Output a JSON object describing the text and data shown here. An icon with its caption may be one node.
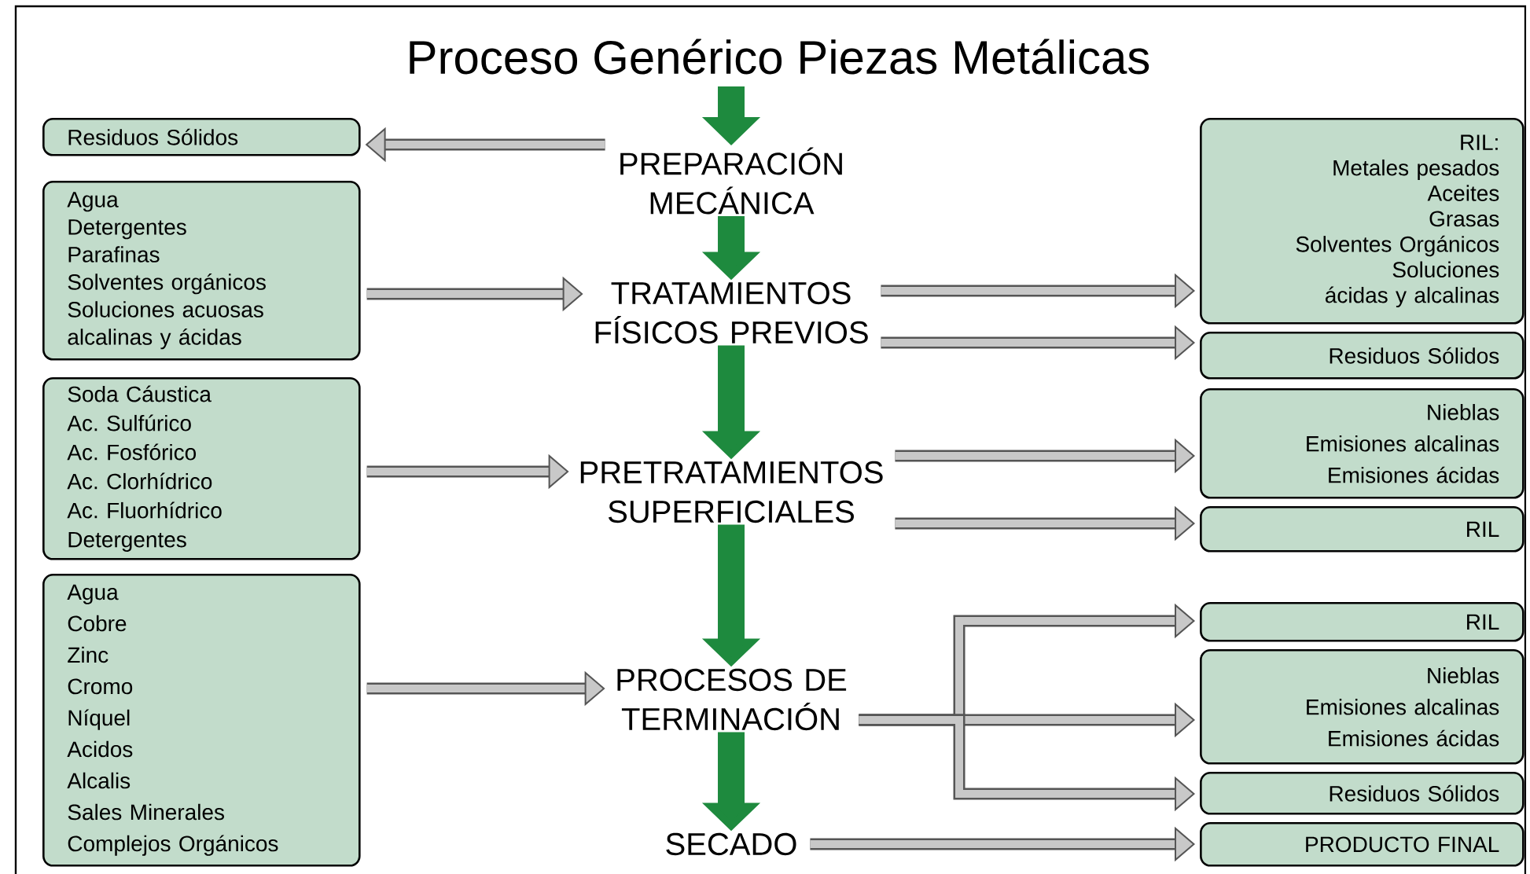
{
  "diagram": {
    "title": "Proceso Genérico Piezas Metálicas",
    "nodes": [
      {
        "text": [
          "Residuos Sólidos"
        ]
      },
      {
        "text": [
          "PREPARACIÓN MECÁNICA"
        ]
      },
      {
        "text": [
          "RIL:",
          "Metales pesados",
          "Aceites",
          "Grasas",
          "Solventes Orgánicos",
          "Soluciones ácidas y alcalinas"
        ]
      },
      {
        "text": [
          "Agua",
          "Detergentes",
          "Parafinas",
          "Solventes orgánicos",
          "Soluciones acuosas alcalinas y ácidas"
        ]
      },
      {
        "text": [
          "TRATAMIENTOS FÍSICOS PREVIOS"
        ]
      },
      {
        "text": [
          "Residuos Sólidos"
        ]
      },
      {
        "text": [
          "Soda Cáustica",
          "Ac. Sulfúrico",
          "Ac. Fosfórico",
          "Ac. Clorhídrico",
          "Ac. Fluorhídrico",
          "Detergentes"
        ]
      },
      {
        "text": [
          "Nieblas",
          "Emisiones alcalinas",
          "Emisiones ácidas"
        ]
      },
      {
        "text": [
          "PRETRATAMIENTOS SUPERFICIALES"
        ]
      },
      {
        "text": [
          "RIL"
        ]
      },
      {
        "text": [
          "Agua",
          "Cobre",
          "Zinc",
          "Cromo",
          "Níquel",
          "Acidos",
          "Alcalis",
          "Sales Minerales",
          "Complejos Orgánicos"
        ]
      },
      {
        "text": [
          "RIL"
        ]
      },
      {
        "text": [
          "PROCESOS DE TERMINACIÓN"
        ]
      },
      {
        "text": [
          "Nieblas",
          "Emisiones alcalinas",
          "Emisiones ácidas"
        ]
      },
      {
        "text": [
          "Residuos Sólidos"
        ]
      },
      {
        "text": [
          "SECADO"
        ]
      },
      {
        "text": [
          "PRODUCTO FINAL"
        ]
      }
    ],
    "edges": [
      {
        "from": null,
        "to": 1,
        "arrow": "to",
        "style": "thick",
        "color": "#1e8a3e"
      },
      {
        "from": 1,
        "to": 0,
        "arrow": "to"
      },
      {
        "from": 1,
        "to": 4,
        "arrow": "to",
        "style": "thick",
        "color": "#1e8a3e"
      },
      {
        "from": 3,
        "to": 4,
        "arrow": "to"
      },
      {
        "from": 4,
        "to": 2,
        "arrow": "to"
      },
      {
        "from": 4,
        "to": 5,
        "arrow": "to"
      },
      {
        "from": 4,
        "to": 8,
        "arrow": "to",
        "style": "thick",
        "color": "#1e8a3e"
      },
      {
        "from": 6,
        "to": 8,
        "arrow": "to"
      },
      {
        "from": 8,
        "to": 7,
        "arrow": "to"
      },
      {
        "from": 8,
        "to": 9,
        "arrow": "to"
      },
      {
        "from": 8,
        "to": 12,
        "arrow": "to",
        "style": "thick",
        "color": "#1e8a3e"
      },
      {
        "from": 10,
        "to": 12,
        "arrow": "to"
      },
      {
        "from": 12,
        "to": 11,
        "arrow": "to"
      },
      {
        "from": 12,
        "to": 13,
        "arrow": "to"
      },
      {
        "from": 12,
        "to": 14,
        "arrow": "to"
      },
      {
        "from": 12,
        "to": 15,
        "arrow": "to",
        "style": "thick",
        "color": "#1e8a3e"
      },
      {
        "from": 15,
        "to": 16,
        "arrow": "to"
      }
    ]
  }
}
